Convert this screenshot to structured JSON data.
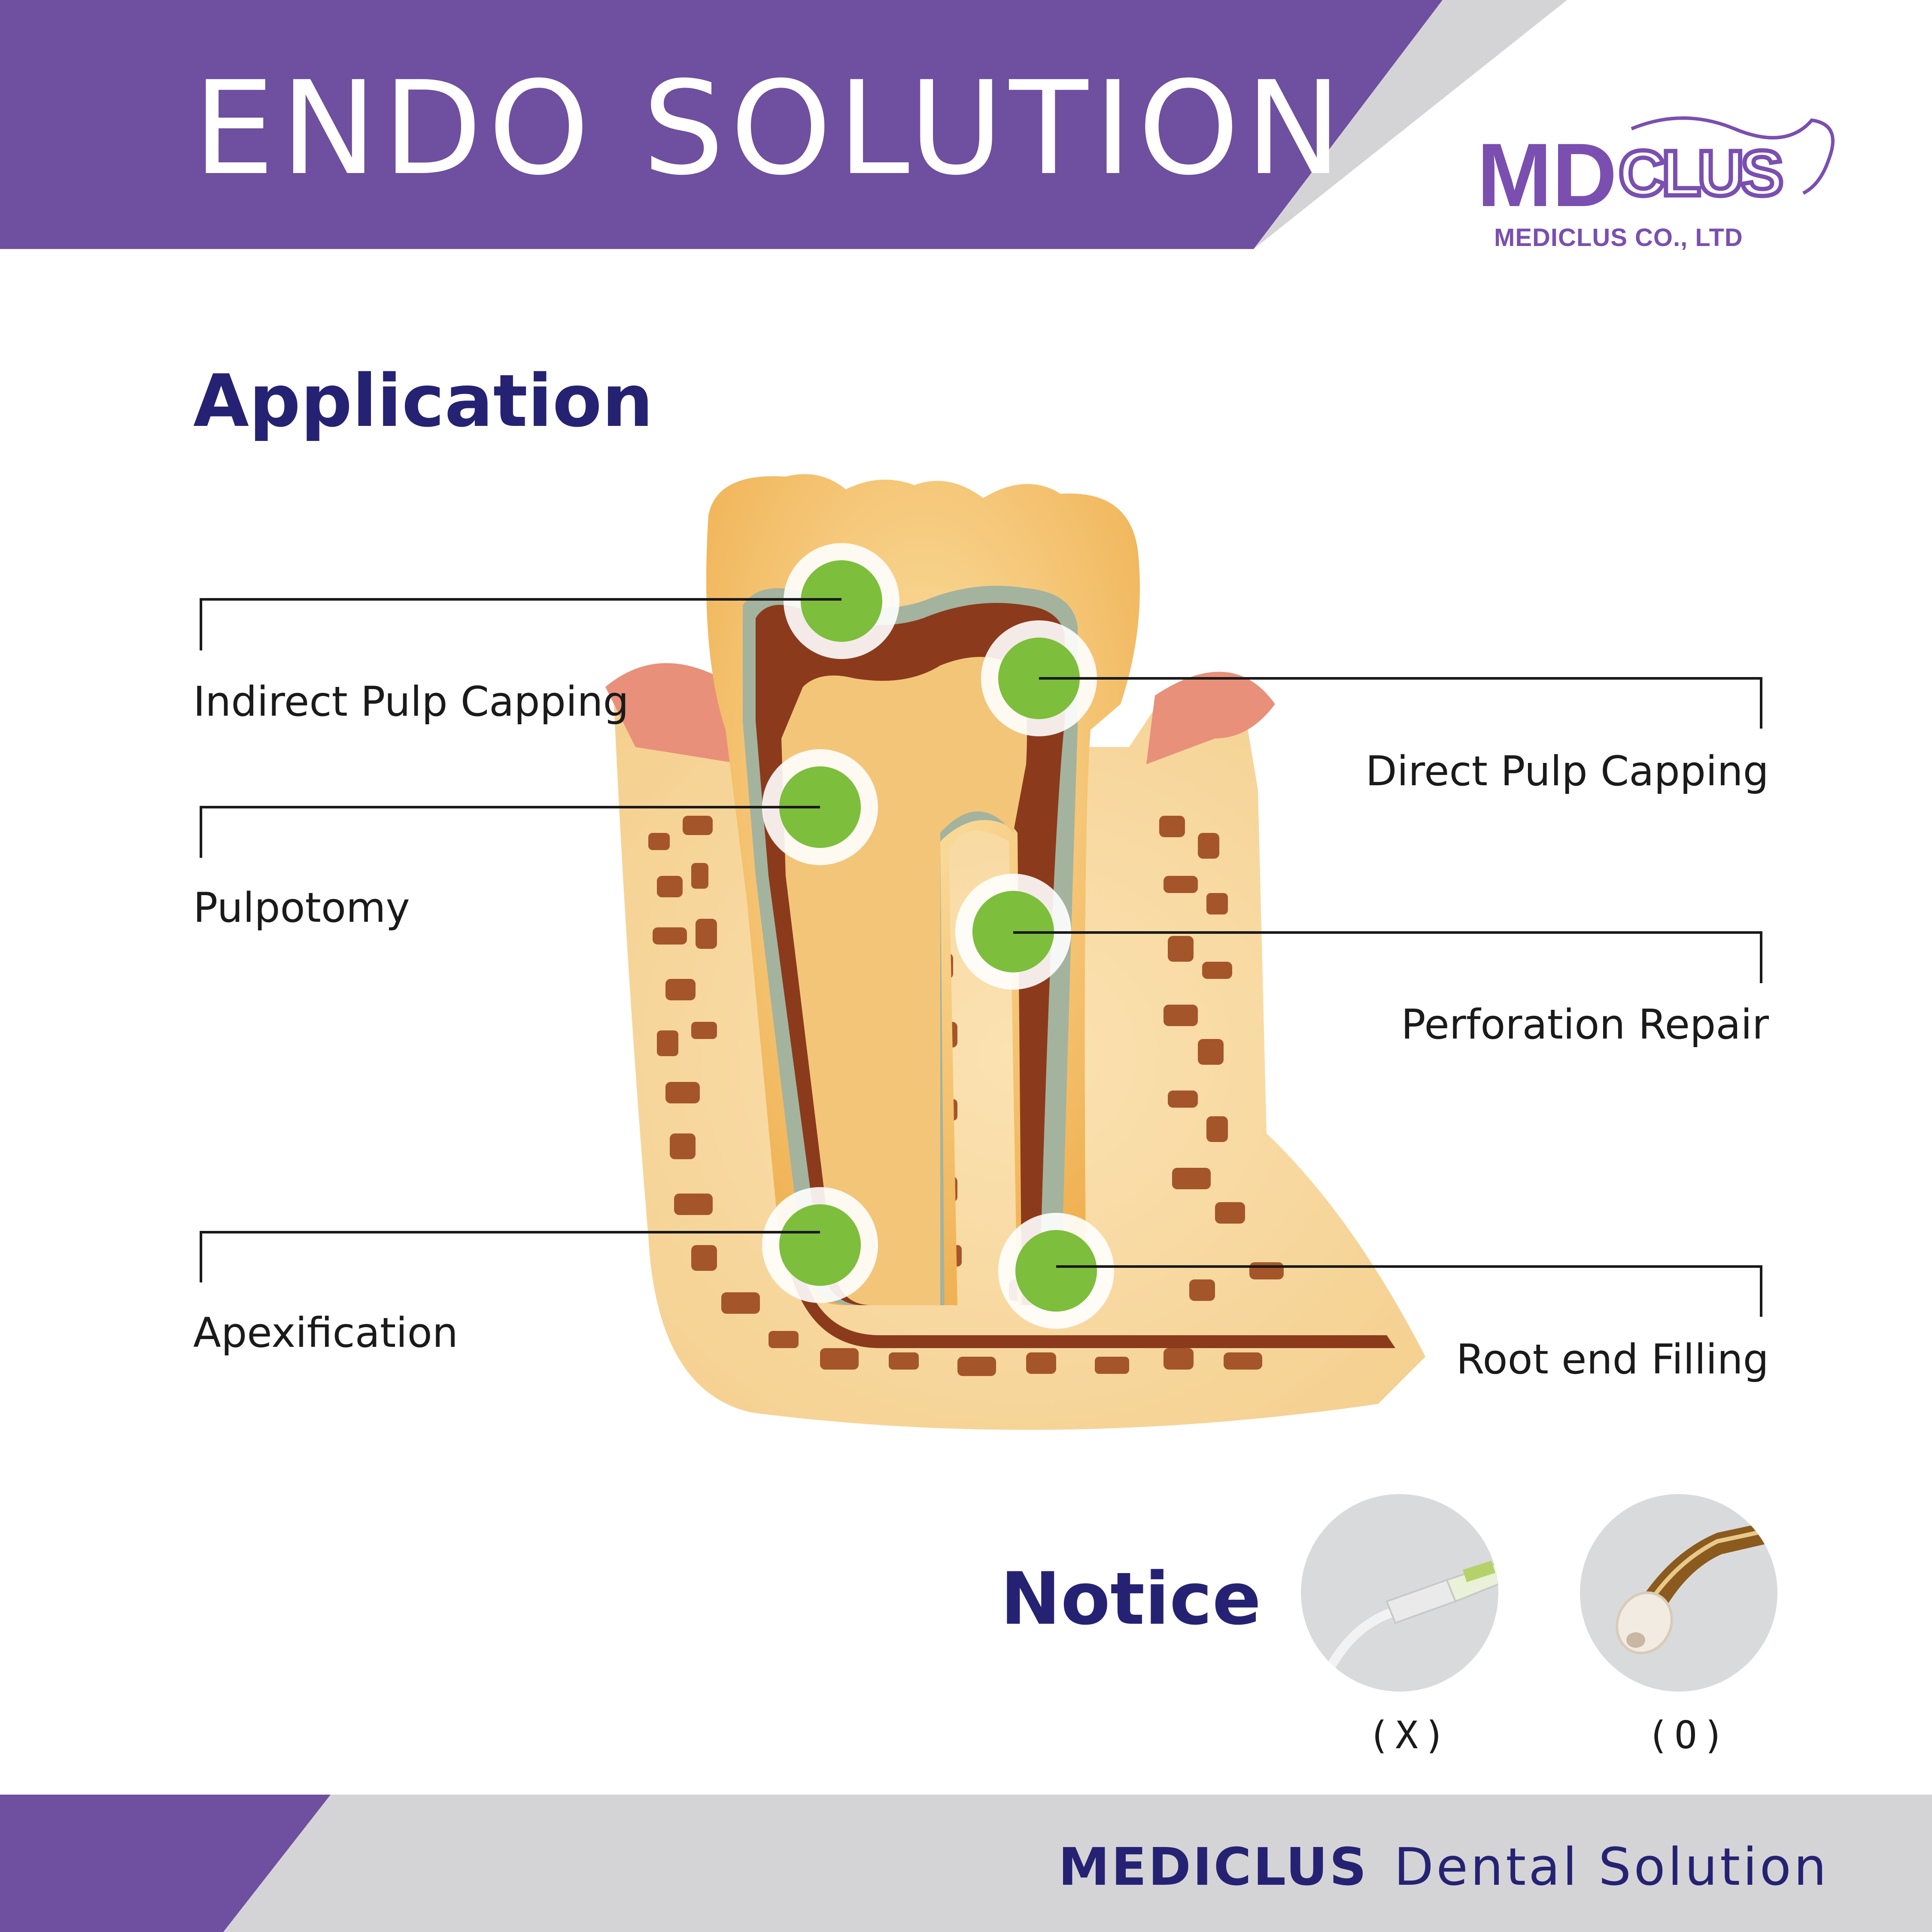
{
  "header": {
    "title": "ENDO SOLUTION",
    "band_color": "#6f4f9f",
    "accent_color": "#d4d4d6"
  },
  "logo": {
    "mark_text": "MD",
    "mark_script": "CLUS",
    "company": "MEDICLUS CO., LTD"
  },
  "application": {
    "title": "Application",
    "items": [
      {
        "label": "Indirect Pulp Capping",
        "side": "left"
      },
      {
        "label": "Direct Pulp Capping",
        "side": "right"
      },
      {
        "label": "Pulpotomy",
        "side": "left"
      },
      {
        "label": "Perforation Repair",
        "side": "right"
      },
      {
        "label": "Apexification",
        "side": "left"
      },
      {
        "label": "Root end Filling",
        "side": "right"
      }
    ]
  },
  "notice": {
    "title": "Notice",
    "examples": [
      {
        "caption": "(X)"
      },
      {
        "caption": "(O)"
      }
    ]
  },
  "footer": {
    "brand": "MEDICLUS",
    "tagline": "Dental Solution"
  },
  "colors": {
    "title_navy": "#262273",
    "marker_green": "#7dbe3c",
    "pulp": "#8c3a1c",
    "enamel": "#f3c579",
    "gum": "#e8907a"
  }
}
